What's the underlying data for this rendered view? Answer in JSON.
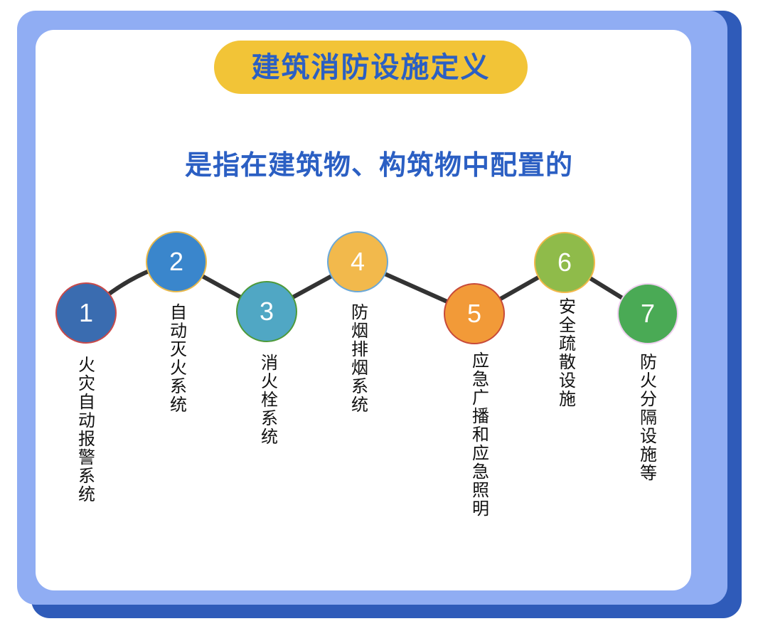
{
  "header": {
    "title": "建筑消防设施定义",
    "subtitle": "是指在建筑物、构筑物中配置的"
  },
  "colors": {
    "frame_light": "#90adf3",
    "frame_shadow": "#2f5bb9",
    "title_pill": "#f2c437",
    "title_text": "#2b5fc3",
    "connector": "#333333"
  },
  "items": [
    {
      "number": "1",
      "label": "火灾自动报警系统",
      "color": "#3a6cb0",
      "border": "#c94a4a"
    },
    {
      "number": "2",
      "label": "自动灭火系统",
      "color": "#3a86cc",
      "border": "#e8b84a"
    },
    {
      "number": "3",
      "label": "消火栓系统",
      "color": "#50a7c4",
      "border": "#4e9a3a"
    },
    {
      "number": "4",
      "label": "防烟排烟系统",
      "color": "#f2b94c",
      "border": "#6aa8d8"
    },
    {
      "number": "5",
      "label": "应急广播和应急照明",
      "color": "#f29a38",
      "border": "#c74a3a"
    },
    {
      "number": "6",
      "label": "安全疏散设施",
      "color": "#8fbb4a",
      "border": "#f2b84a"
    },
    {
      "number": "7",
      "label": "防火分隔设施等",
      "color": "#4aaa55",
      "border": "#f0d0f0"
    }
  ]
}
